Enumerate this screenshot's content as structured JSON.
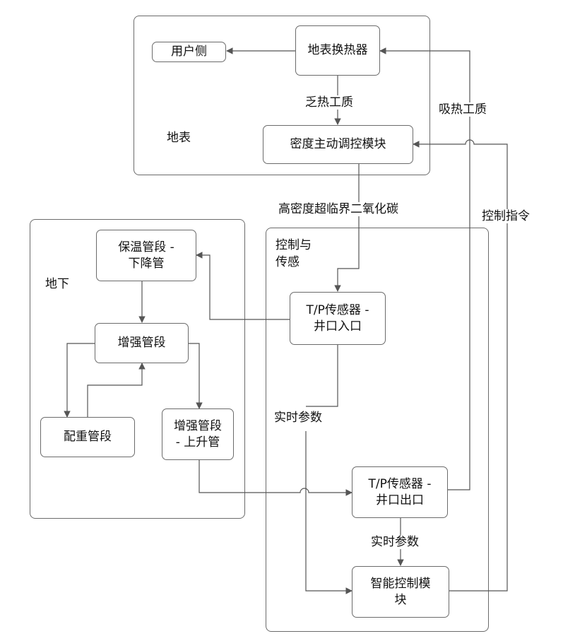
{
  "regions": {
    "surface": "地表",
    "underground": "地下",
    "control": [
      "控制与",
      "传感"
    ]
  },
  "nodes": {
    "user_side": "用户侧",
    "surface_heat_exchanger": "地表换热器",
    "density_module": "密度主动调控模块",
    "insulated_downcomer": [
      "保温管段 -",
      "下降管"
    ],
    "enhanced_segment": "增强管段",
    "weighted_segment": "配重管段",
    "enhanced_riser": [
      "增强管段",
      "- 上升管"
    ],
    "tp_sensor_inlet": [
      "T/P传感器 -",
      "井口入口"
    ],
    "tp_sensor_outlet": [
      "T/P传感器 -",
      "井口出口"
    ],
    "smart_control": [
      "智能控制模",
      "块"
    ]
  },
  "edge_labels": {
    "depleted_fluid": "乏热工质",
    "absorbed_fluid": "吸热工质",
    "high_density_co2": "高密度超临界二氧化碳",
    "control_command": "控制指令",
    "realtime_params_1": "实时参数",
    "realtime_params_2": "实时参数"
  },
  "colors": {
    "line": "#555555",
    "border": "#6b6b6b"
  }
}
